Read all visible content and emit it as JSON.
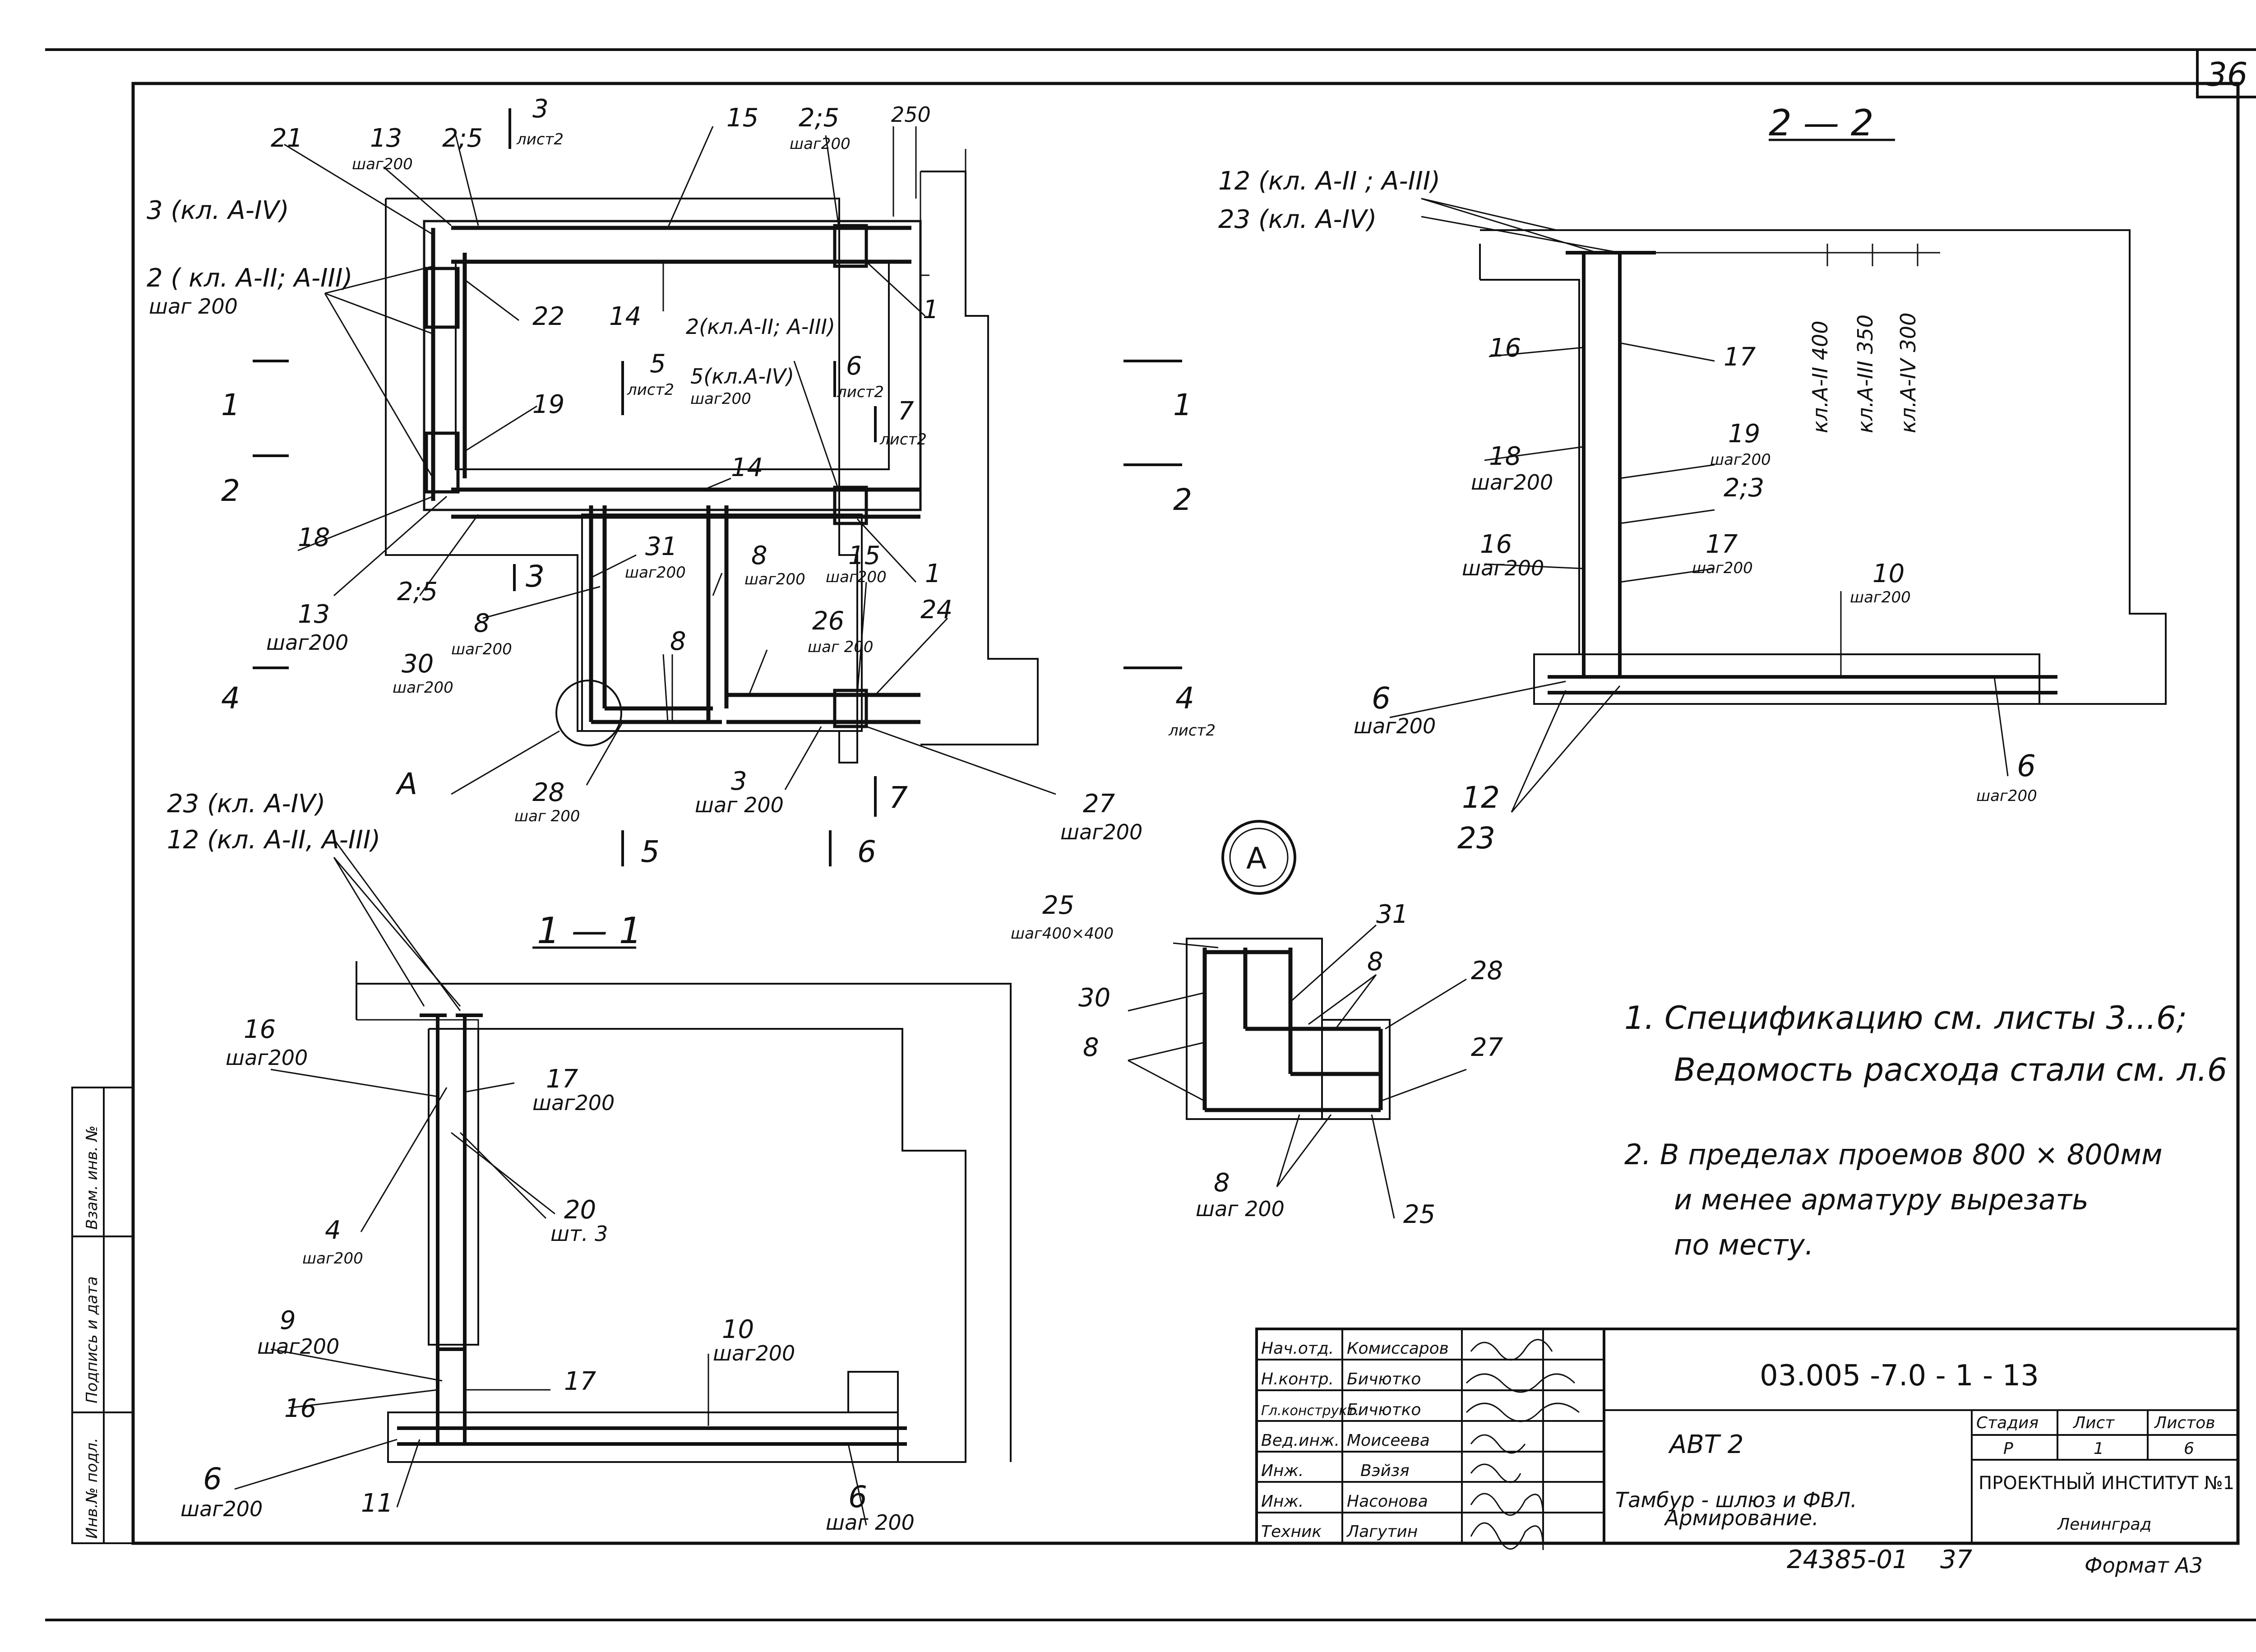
{
  "sheet_number": "36",
  "notes": [
    "1.  Спецификацию  см. листы 3...6;",
    "Ведомость расхода стали см. л.6",
    "2.  В пределах проемов  800 × 800мм",
    "и менее  арматуру  вырезать",
    "по  месту."
  ],
  "section_titles": {
    "s22": "2 — 2",
    "s11": "1 — 1",
    "nodeA": "A"
  },
  "plan_labels": {
    "l21": "21",
    "l13": "13",
    "l13s": "шаг200",
    "l25a": "2;5",
    "l3top": "3",
    "l3topsub": "лист2",
    "l15": "15",
    "l25b": "2;5",
    "l25bs": "шаг200",
    "l250": "250",
    "l3kl": "3 (кл. A-IV)",
    "l2kl": "2 ( кл. A-II; A-III)",
    "l2kls": "шаг 200",
    "l22": "22",
    "l14a": "14",
    "l1a": "1",
    "l2klb": "2(кл.A-II; A-III)",
    "l5mark": "5",
    "l5sub": "лист2",
    "l5kl": "5(кл.A-IV)",
    "l5kls": "шаг200",
    "l6mark": "6",
    "l6sub": "лист2",
    "l7mark": "7",
    "l7sub": "лист2",
    "l19": "19",
    "l14b": "14",
    "l18": "18",
    "l13b": "13",
    "l13bs": "шаг200",
    "l25c": "2;5",
    "l31": "31",
    "l31s": "шаг200",
    "l8a": "8",
    "l8as": "шаг200",
    "l15b": "15",
    "l15bs": "шаг200",
    "l1b": "1",
    "l8b": "8",
    "l8bs": "шаг200",
    "l30": "30",
    "l30s": "шаг200",
    "l8c": "8",
    "l26": "26",
    "l26s": "шаг 200",
    "l24": "24",
    "lA": "A",
    "l28": "28",
    "l28s": "шаг 200",
    "l3b": "3",
    "l3bs": "шаг 200",
    "l27": "27",
    "l27s": "шаг200",
    "c1": "1",
    "c2": "2",
    "c3": "3",
    "c4": "4",
    "c1r": "1",
    "c2r": "2",
    "c4r": "4",
    "c4rs": "лист2",
    "c5": "5",
    "c6": "6",
    "c7": "7"
  },
  "s22_labels": {
    "l12": "12 (кл. A-II ; A-III)",
    "l23": "23 (кл. A-IV)",
    "l16a": "16",
    "l17a": "17",
    "l18": "18",
    "l18s": "шаг200",
    "l19": "19",
    "l19s": "шаг200",
    "l23b": "2;3",
    "l16b": "16",
    "l16bs": "шаг200",
    "l17b": "17",
    "l17bs": "шаг200",
    "l10": "10",
    "l10s": "шаг200",
    "l6a": "6",
    "l6as": "шаг200",
    "l12b": "12",
    "l23c": "23",
    "l6b": "6",
    "l6bs": "шаг200",
    "d400": "кл.A-II  400",
    "d350": "кл.A-III  350",
    "d300": "кл.A-IV  300"
  },
  "s11_labels": {
    "l23": "23 (кл. A-IV)",
    "l12": "12 (кл. A-II, A-III)",
    "l16a": "16",
    "l16as": "шаг200",
    "l17a": "17",
    "l17as": "шаг200",
    "l20": "20",
    "l20s": "шт. 3",
    "l4": "4",
    "l4s": "шаг200",
    "l9": "9",
    "l9s": "шаг200",
    "l10": "10",
    "l10s": "шаг200",
    "l16b": "16",
    "l17b": "17",
    "l6a": "6",
    "l6as": "шаг200",
    "l11": "11",
    "l6b": "6",
    "l6bs": "шаг 200"
  },
  "nodeA_labels": {
    "l25": "25",
    "l25s": "шаг400×400",
    "l31": "31",
    "l8a": "8",
    "l30": "30",
    "l28": "28",
    "l8b": "8",
    "l27": "27",
    "l8c": "8",
    "l8cs": "шаг 200",
    "l25b": "25"
  },
  "side_stamp": [
    "Взам. инв. №",
    "Подпись и дата",
    "Инв.№ подл."
  ],
  "title_block": {
    "roles": [
      "Нач.отд.",
      "Н.контр.",
      "Гл.конструкт.",
      "Вед.инж.",
      "Инж.",
      "Инж.",
      "Техник"
    ],
    "names": [
      "Комиссаров",
      "Бичютко",
      "Бичютко",
      "Моисеева",
      "Вэйзя",
      "Насонова",
      "Лагутин"
    ],
    "doc_code": "03.005 -7.0 - 1 - 13",
    "object": "АВТ 2",
    "title": "Тамбур - шлюз и ФВЛ.",
    "subtitle": "Армирование.",
    "stage_header": "Стадия",
    "sheet_header": "Лист",
    "sheets_header": "Листов",
    "stage": "Р",
    "sheet": "1",
    "sheets": "6",
    "org": "ПРОЕКТНЫЙ ИНСТИТУТ №1",
    "city": "Ленинград"
  },
  "footer": {
    "archive": "24385-01",
    "page": "37",
    "format": "Формат А3"
  }
}
